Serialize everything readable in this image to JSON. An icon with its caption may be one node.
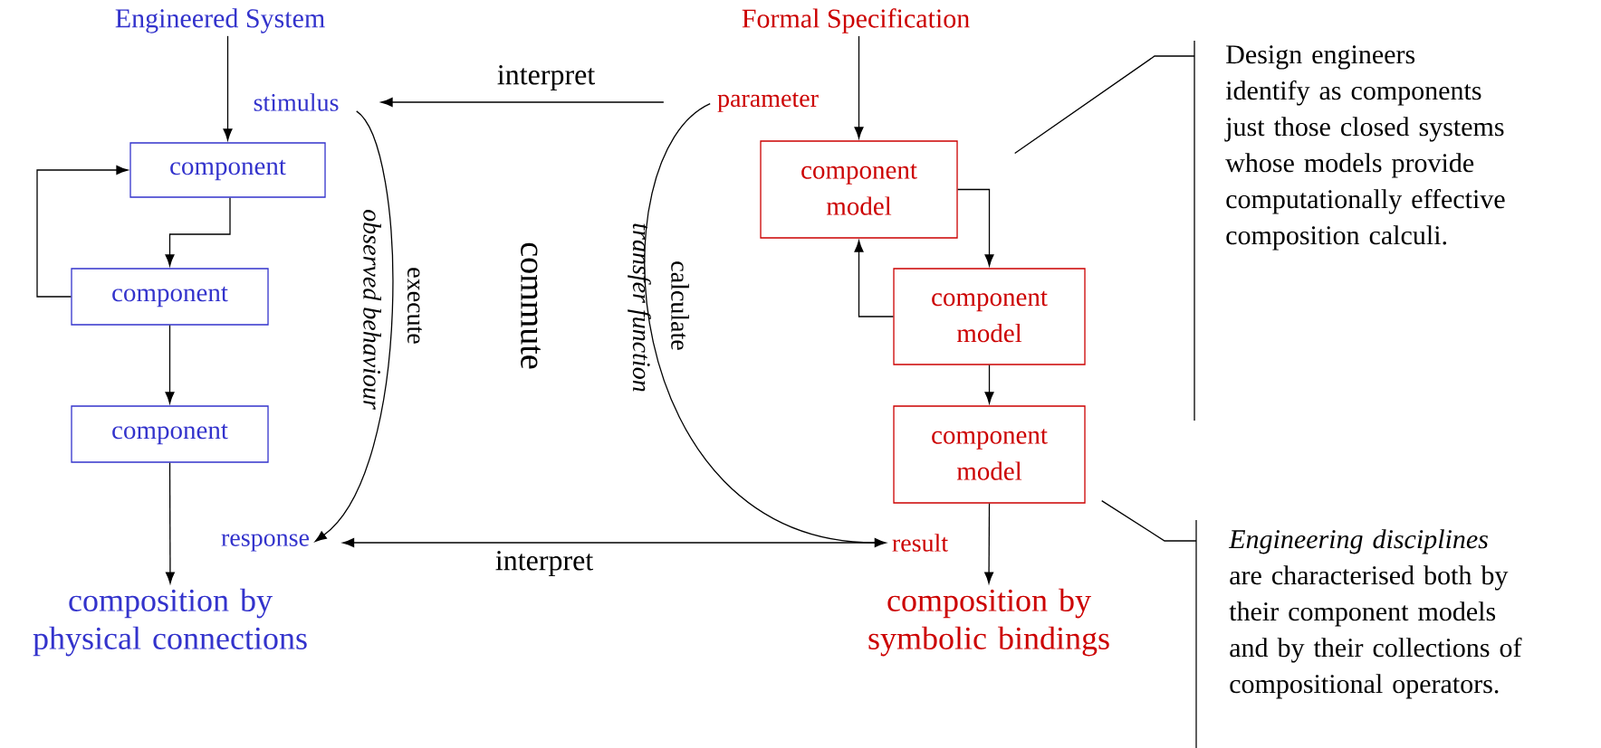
{
  "diagram": {
    "nodes": [
      {
        "text": [
          "Engineered System"
        ]
      },
      {
        "text": [
          "stimulus"
        ]
      },
      {
        "text": [
          "component"
        ]
      },
      {
        "text": [
          "component"
        ]
      },
      {
        "text": [
          "component"
        ]
      },
      {
        "text": [
          "response"
        ]
      },
      {
        "text": [
          "composition by physical connections"
        ]
      },
      {
        "text": [
          "Formal Specification"
        ]
      },
      {
        "text": [
          "parameter"
        ]
      },
      {
        "text": [
          "component model"
        ]
      },
      {
        "text": [
          "component model"
        ]
      },
      {
        "text": [
          "component model"
        ]
      },
      {
        "text": [
          "result"
        ]
      },
      {
        "text": [
          "composition by symbolic bindings"
        ]
      },
      {
        "text": [
          "Design engineers identify as components just those closed systems whose models provide computationally effective composition calculi."
        ]
      },
      {
        "text": [
          "*Engineering disciplines* are characterised both by their component models and by their collections of compositional operators."
        ]
      }
    ],
    "edges": [
      {
        "from": 0,
        "to": 2,
        "arrow": "to"
      },
      {
        "from": 2,
        "to": 3,
        "arrow": "to"
      },
      {
        "from": 3,
        "to": 2,
        "arrow": "to"
      },
      {
        "from": 3,
        "to": 4,
        "arrow": "to"
      },
      {
        "from": 4,
        "to": 6,
        "arrow": "to"
      },
      {
        "from": 7,
        "to": 9,
        "arrow": "to"
      },
      {
        "from": 9,
        "to": 10,
        "arrow": "to"
      },
      {
        "from": 10,
        "to": 9,
        "arrow": "to"
      },
      {
        "from": 10,
        "to": 11,
        "arrow": "to"
      },
      {
        "from": 11,
        "to": 13,
        "arrow": "to"
      },
      {
        "from": 8,
        "to": 1,
        "arrow": "to",
        "label": "interpret"
      },
      {
        "from": 12,
        "to": 5,
        "arrow": "to",
        "label": "interpret"
      },
      {
        "from": 1,
        "to": 5,
        "arrow": "to",
        "label": "execute"
      },
      {
        "from": 8,
        "to": 12,
        "arrow": "to",
        "label": "calculate"
      },
      {
        "from": 14,
        "to": 9,
        "arrow": "none"
      },
      {
        "from": 15,
        "to": 11,
        "arrow": "none"
      }
    ],
    "labels": [
      "observed behaviour",
      "commute",
      "transfer function"
    ]
  }
}
